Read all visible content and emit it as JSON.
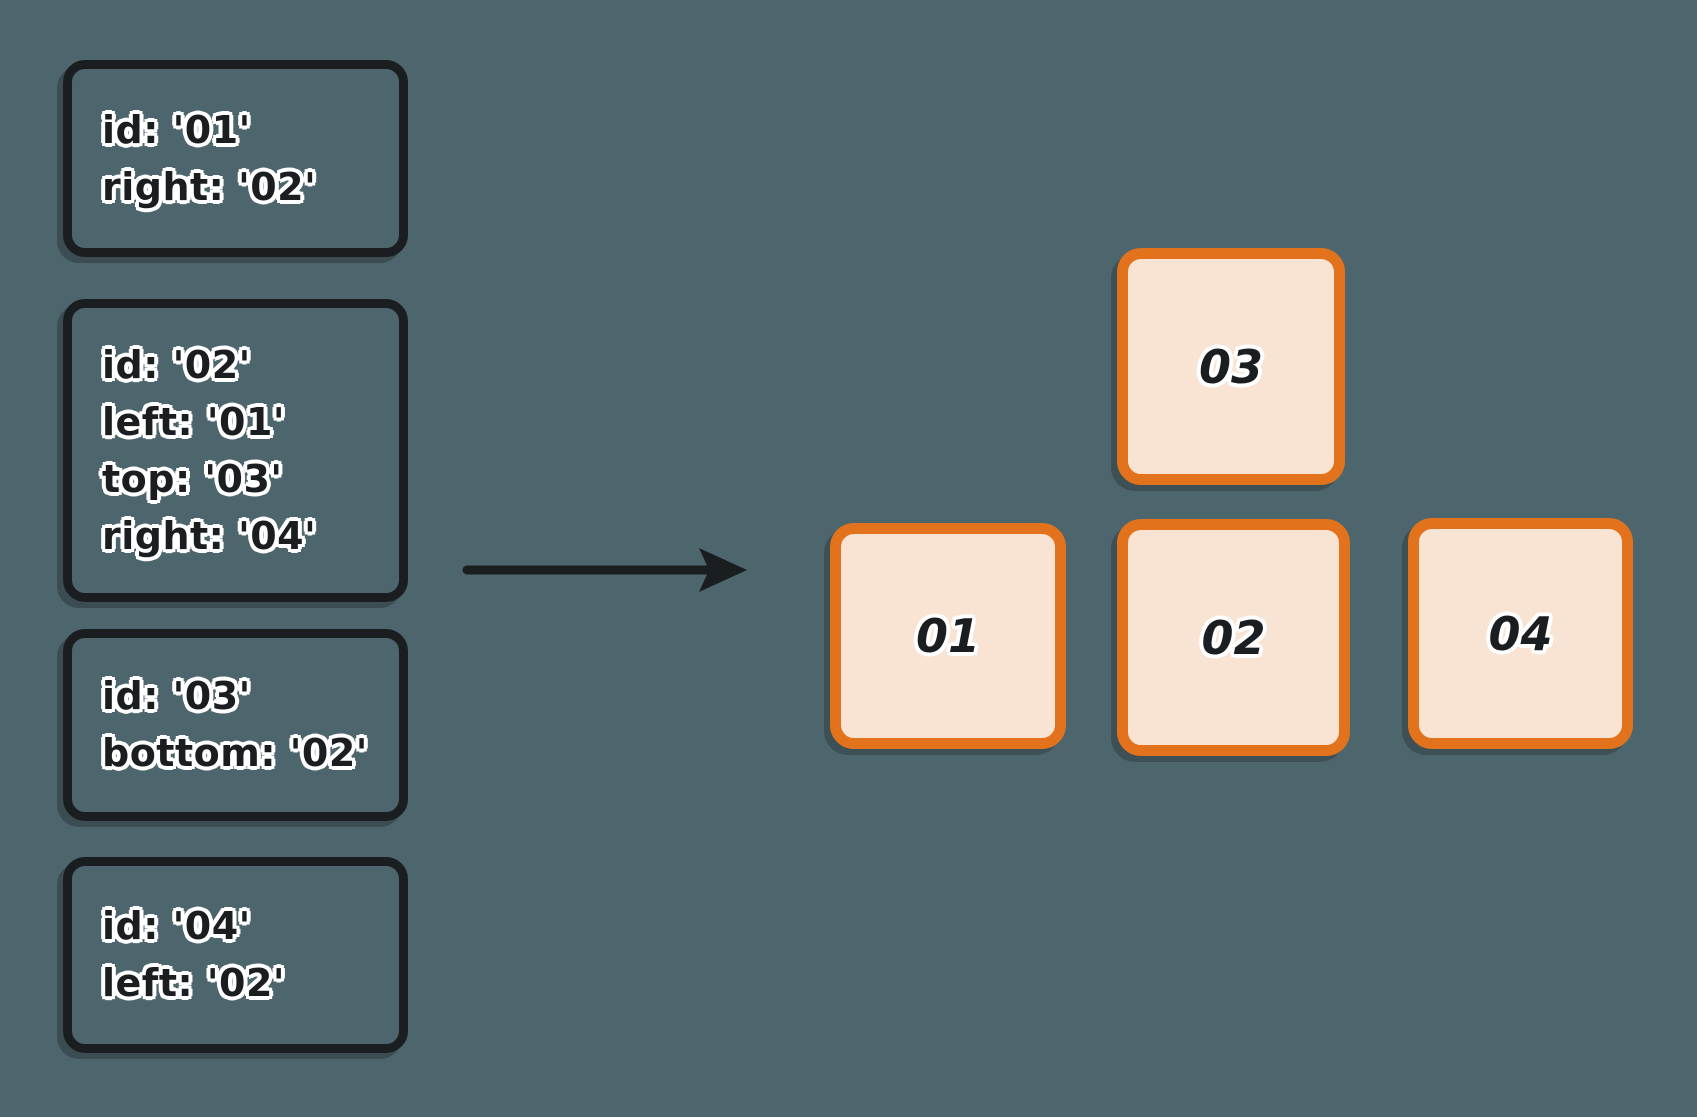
{
  "canvas": {
    "background_color": "#4d656c"
  },
  "palette": {
    "ink": "#1b1e21",
    "text_outline": "#ffffff",
    "accent_orange": "#e2721b",
    "cell_fill": "#f9e4d3",
    "canvas_bg": "#4d656c"
  },
  "definitions": [
    {
      "id": "01",
      "lines": [
        "id: '01'",
        "right: '02'"
      ]
    },
    {
      "id": "02",
      "lines": [
        "id: '02'",
        "left: '01'",
        "top: '03'",
        "right: '04'"
      ]
    },
    {
      "id": "03",
      "lines": [
        "id: '03'",
        "bottom: '02'"
      ]
    },
    {
      "id": "04",
      "lines": [
        "id: '04'",
        "left: '02'"
      ]
    }
  ],
  "arrow": {
    "icon": "arrow-right-icon",
    "direction": "right"
  },
  "grid": {
    "cells": [
      {
        "label": "03",
        "position": "top-middle"
      },
      {
        "label": "01",
        "position": "bottom-left"
      },
      {
        "label": "02",
        "position": "bottom-middle"
      },
      {
        "label": "04",
        "position": "bottom-right"
      }
    ]
  }
}
